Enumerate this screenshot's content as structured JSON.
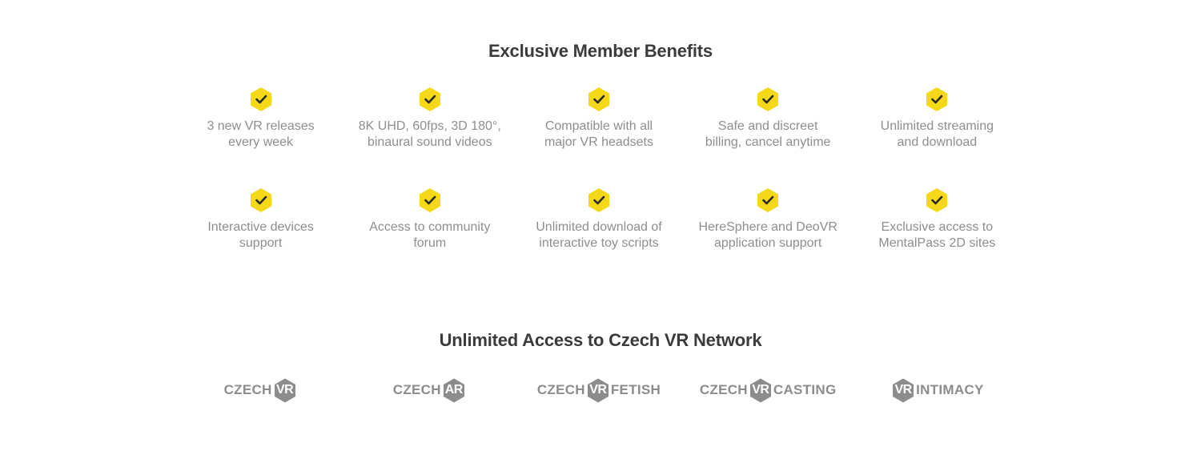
{
  "benefits_section": {
    "title": "Exclusive Member Benefits",
    "icon": "hexagon-check-icon",
    "icon_color": "#F5D818",
    "check_color": "#2b2b2b",
    "items": [
      {
        "text": "3 new VR releases\nevery week"
      },
      {
        "text": "8K UHD, 60fps, 3D 180°,\nbinaural sound videos"
      },
      {
        "text": "Compatible with all\nmajor VR headsets"
      },
      {
        "text": "Safe and discreet\nbilling, cancel anytime"
      },
      {
        "text": "Unlimited streaming\nand download"
      },
      {
        "text": "Interactive devices\nsupport"
      },
      {
        "text": "Access to community\nforum"
      },
      {
        "text": "Unlimited download of\ninteractive toy scripts"
      },
      {
        "text": "HereSphere and DeoVR\napplication support"
      },
      {
        "text": "Exclusive access to\nMentalPass 2D sites"
      }
    ]
  },
  "network_section": {
    "title": "Unlimited Access to Czech VR Network",
    "logo_color": "#8c8c8c",
    "logos": [
      {
        "prefix": "CZECH",
        "badge": "VR",
        "suffix": ""
      },
      {
        "prefix": "CZECH",
        "badge": "AR",
        "suffix": ""
      },
      {
        "prefix": "CZECH",
        "badge": "VR",
        "suffix": "FETISH"
      },
      {
        "prefix": "CZECH",
        "badge": "VR",
        "suffix": "CASTING"
      },
      {
        "prefix": "",
        "badge": "VR",
        "suffix": "INTIMACY"
      }
    ]
  }
}
